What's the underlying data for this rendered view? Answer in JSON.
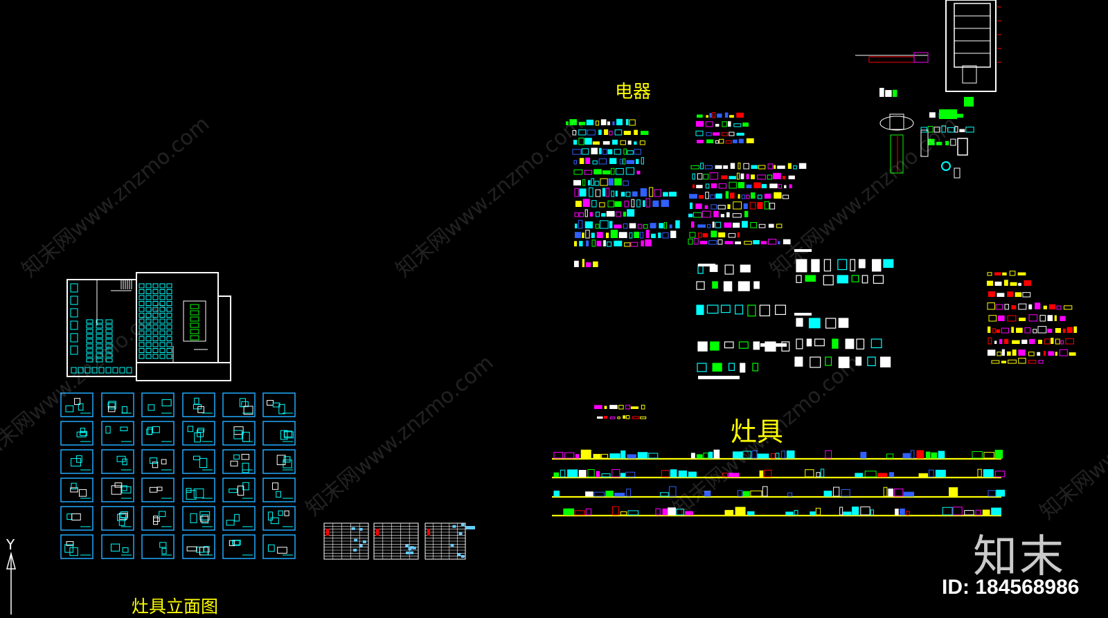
{
  "labels": {
    "appliances": "电器",
    "stove": "灶具",
    "stove_elevation": "灶具立面图"
  },
  "brand": {
    "logo_text": "知末",
    "id_text": "ID: 184568986",
    "watermark_text": "知末网www.znzmo.com"
  },
  "axis": {
    "y_label": "Y"
  },
  "colors": {
    "background": "#000000",
    "cyan": "#00ffff",
    "yellow": "#ffff00",
    "white": "#ffffff",
    "green": "#00ff00",
    "red": "#ff0000",
    "magenta": "#ff00ff",
    "blue": "#3060ff"
  }
}
